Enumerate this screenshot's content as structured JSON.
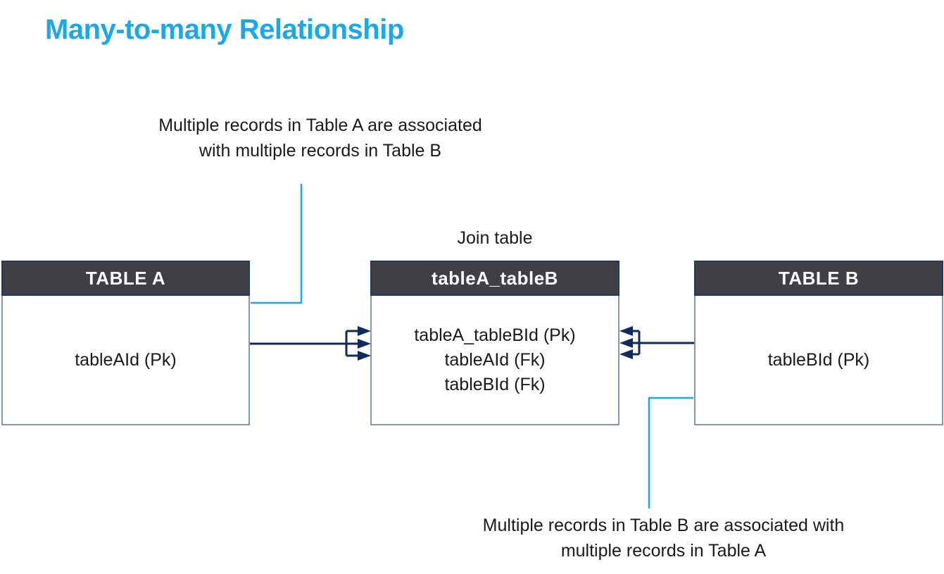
{
  "title": "Many-to-many Relationship",
  "annotations": {
    "top": {
      "line1": "Multiple records in Table A are associated",
      "line2": "with multiple records in Table B"
    },
    "bottom": {
      "line1": "Multiple records in Table B are associated with",
      "line2": "multiple records in Table A"
    }
  },
  "join_table_label": "Join table",
  "tables": {
    "table_a": {
      "header": "TABLE A",
      "fields": [
        "tableAId (Pk)"
      ]
    },
    "join": {
      "header": "tableA_tableB",
      "fields": [
        "tableA_tableBId (Pk)",
        "tableAId (Fk)",
        "tableBId (Fk)"
      ]
    },
    "table_b": {
      "header": "TABLE B",
      "fields": [
        "tableBId (Pk)"
      ]
    }
  },
  "colors": {
    "accent": "#1ba8e8",
    "relationship_line": "#0e2a5e",
    "table_header_bg": "#3f3f44",
    "table_border": "#8496b0",
    "header_border": "#1f3864"
  }
}
